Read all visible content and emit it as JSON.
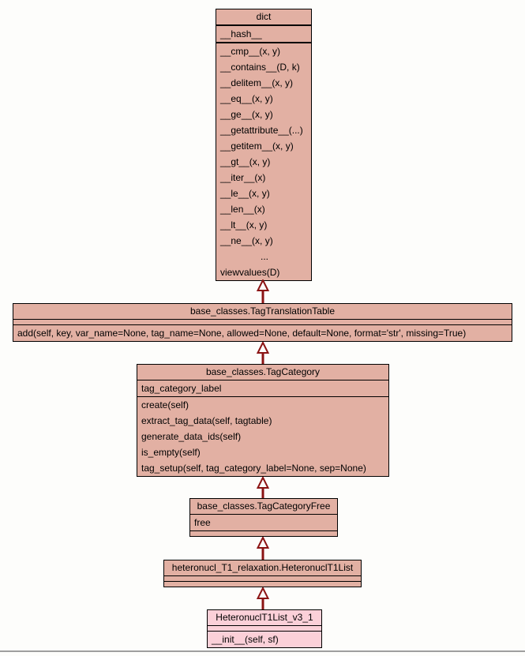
{
  "diagram_type": "uml-class-inheritance",
  "colors": {
    "class_fill": "#e2b0a3",
    "highlight_fill": "#fbd0d8",
    "border": "#000000",
    "arrow": "#8b1414",
    "background": "#fdfdfb"
  },
  "classes": [
    {
      "title": "dict",
      "attributes": [
        "__hash__"
      ],
      "methods": [
        "__cmp__(x, y)",
        "__contains__(D, k)",
        "__delitem__(x, y)",
        "__eq__(x, y)",
        "__ge__(x, y)",
        "__getattribute__(...)",
        "__getitem__(x, y)",
        "__gt__(x, y)",
        "__iter__(x)",
        "__le__(x, y)",
        "__len__(x)",
        "__lt__(x, y)",
        "__ne__(x, y)",
        "...",
        "viewvalues(D)"
      ]
    },
    {
      "title": "base_classes.TagTranslationTable",
      "attributes": [],
      "methods": [
        "add(self, key, var_name=None, tag_name=None, allowed=None, default=None, format='str', missing=True)"
      ]
    },
    {
      "title": "base_classes.TagCategory",
      "attributes": [
        "tag_category_label"
      ],
      "methods": [
        "create(self)",
        "extract_tag_data(self, tagtable)",
        "generate_data_ids(self)",
        "is_empty(self)",
        "tag_setup(self, tag_category_label=None, sep=None)"
      ]
    },
    {
      "title": "base_classes.TagCategoryFree",
      "attributes": [
        "free"
      ],
      "methods": []
    },
    {
      "title": "heteronucl_T1_relaxation.HeteronuclT1List",
      "attributes": [],
      "methods": []
    },
    {
      "title": "HeteronuclT1List_v3_1",
      "attributes": [],
      "methods": [
        "__init__(self, sf)"
      ]
    }
  ],
  "relations": [
    {
      "type": "inheritance",
      "from": "base_classes.TagTranslationTable",
      "to": "dict"
    },
    {
      "type": "inheritance",
      "from": "base_classes.TagCategory",
      "to": "base_classes.TagTranslationTable"
    },
    {
      "type": "inheritance",
      "from": "base_classes.TagCategoryFree",
      "to": "base_classes.TagCategory"
    },
    {
      "type": "inheritance",
      "from": "heteronucl_T1_relaxation.HeteronuclT1List",
      "to": "base_classes.TagCategoryFree"
    },
    {
      "type": "inheritance",
      "from": "HeteronuclT1List_v3_1",
      "to": "heteronucl_T1_relaxation.HeteronuclT1List"
    }
  ]
}
